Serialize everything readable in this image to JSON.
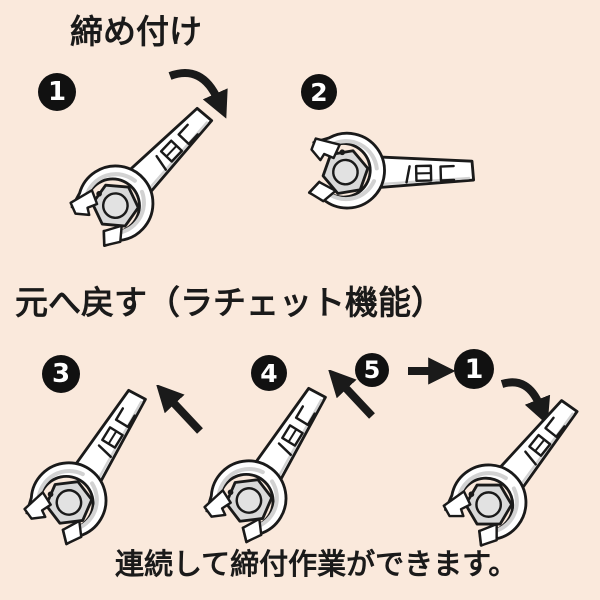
{
  "colors": {
    "background": "#fae9dc",
    "ink": "#1a1a1a",
    "badge_fill": "#111111",
    "badge_numeral": "#ffffff",
    "wrench_body": "#ffffff",
    "nut_fill": "#d9d9d9",
    "bolt_fill": "#e2e2e2",
    "shading": "#d2d2d2"
  },
  "tighten": {
    "title": "締め付け",
    "step1_number": "1",
    "step2_number": "2"
  },
  "ratchet": {
    "title": "元へ戻す（ラチェット機能）",
    "step3_number": "3",
    "step4_number": "4",
    "step5_number": "5",
    "step1_again_number": "1"
  },
  "caption": {
    "text": "連続して締付作業ができます。"
  },
  "icons": {
    "wrench": "open-end-wrench-gripping-hex-nut",
    "curved_clockwise_arrow": "curved-arrow-pointing-down-right",
    "straight_up_left_arrow": "straight-arrow-pointing-up-left",
    "right_arrow": "straight-arrow-pointing-right",
    "handle_marking": "size-markings-on-wrench-handle"
  }
}
